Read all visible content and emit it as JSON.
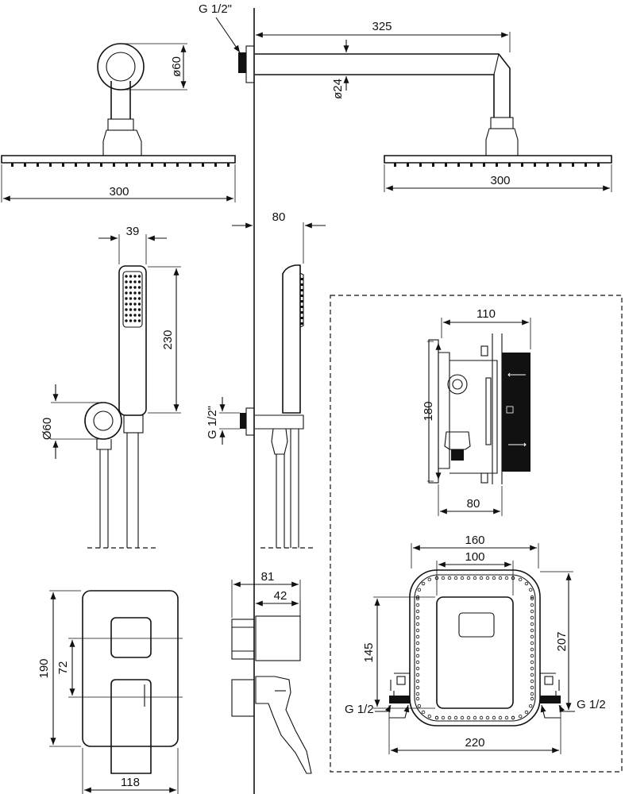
{
  "labels": {
    "thread_top": "G 1/2\"",
    "arm_length": "325",
    "holder_diameter": "ø60",
    "arm_diameter": "ø24",
    "head_left_width": "300",
    "head_right_width": "300",
    "hand_offset": "80",
    "hand_width": "39",
    "hand_length": "230",
    "elbow_diameter": "Ø60",
    "thread_side": "G 1/2\"",
    "box_width": "110",
    "box_height": "180",
    "box_depth": "80",
    "frame_width": "160",
    "plate_width": "100",
    "frame_height": "207",
    "plate_height": "145",
    "thread_left": "G 1/2",
    "thread_right": "G 1/2",
    "overall_width": "220",
    "mixer_depth": "81",
    "knob_depth": "42",
    "mixer_height": "190",
    "knob_spacing": "72",
    "mixer_width": "118"
  },
  "colors": {
    "line": "#111111",
    "background": "#ffffff"
  }
}
